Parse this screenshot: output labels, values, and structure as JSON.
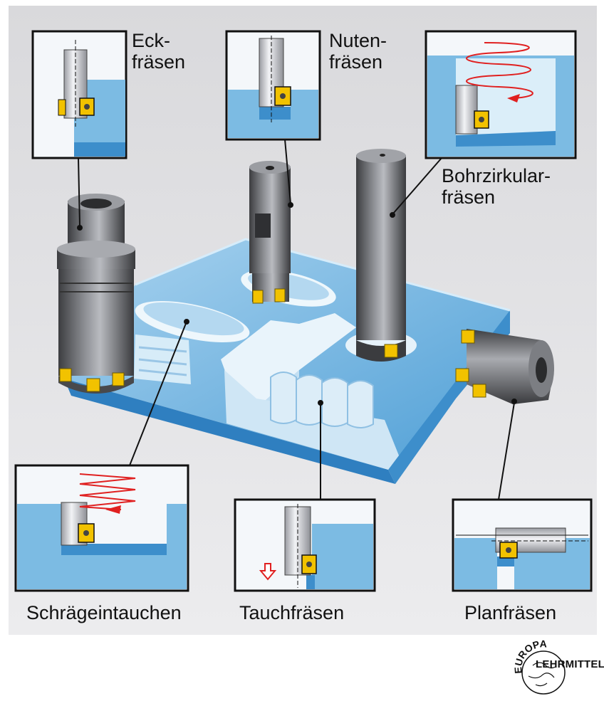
{
  "labels": {
    "eckfraesen": "Eck-\nfräsen",
    "nutenfraesen": "Nuten-\nfräsen",
    "bohrzirkularfraesen": "Bohrzirkular-\nfräsen",
    "schraegeintauchen": "Schrägeintauchen",
    "tauchfraesen": "Tauchfräsen",
    "planfraesen": "Planfräsen"
  },
  "logo": {
    "arc_text": "EUROPA",
    "text": "LEHRMITTEL"
  },
  "colors": {
    "background": "#e6e6e8",
    "workpiece_blue": "#78b9e2",
    "workpiece_dark": "#3f8fca",
    "tool_gray": "#5f6064",
    "insert_yellow": "#f2c200",
    "motion_red": "#e02020"
  }
}
